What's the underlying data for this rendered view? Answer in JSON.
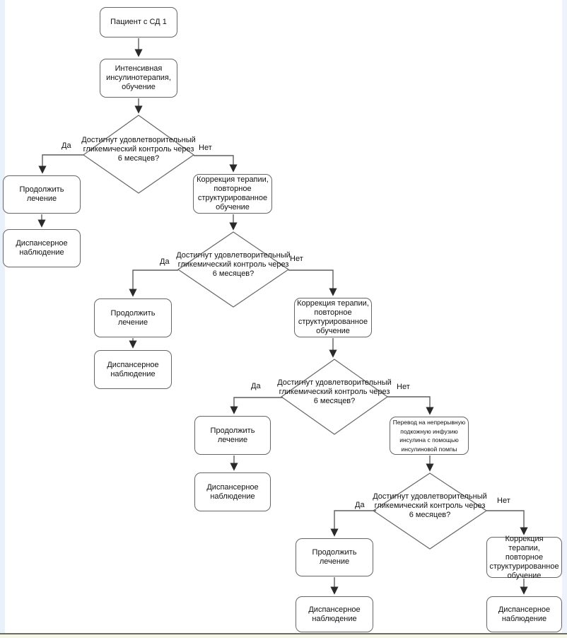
{
  "page": {
    "background": "#ffffff",
    "left_gutter_color": "#e9f1fb",
    "right_gutter_color": "#eef3fb",
    "bottom_line_color": "#6c6c62",
    "bottom_strip_color": "#f5f5e8"
  },
  "colors": {
    "node_border": "#666666",
    "node_fill": "#ffffff",
    "edge_line": "#5e5e5e",
    "arrowhead": "#2a2a2a",
    "text": "#111111"
  },
  "flowchart": {
    "nodes": {
      "start": "Пациент с СД 1",
      "intensive": "Интенсивная инсулинотерапия, обучение",
      "decision": "Достигнут удовлетворительный гликемический контроль через 6 месяцев?",
      "continue": "Продолжить лечение",
      "observation": "Диспансерное наблюдение",
      "correction": "Коррекция терапии, повторное структурированное обучение",
      "pump": "Перевод на непрерывную подкожную инфузию инсулина с помощью инсулиновой помпы"
    },
    "edge_labels": {
      "yes": "Да",
      "no": "Нет"
    }
  }
}
